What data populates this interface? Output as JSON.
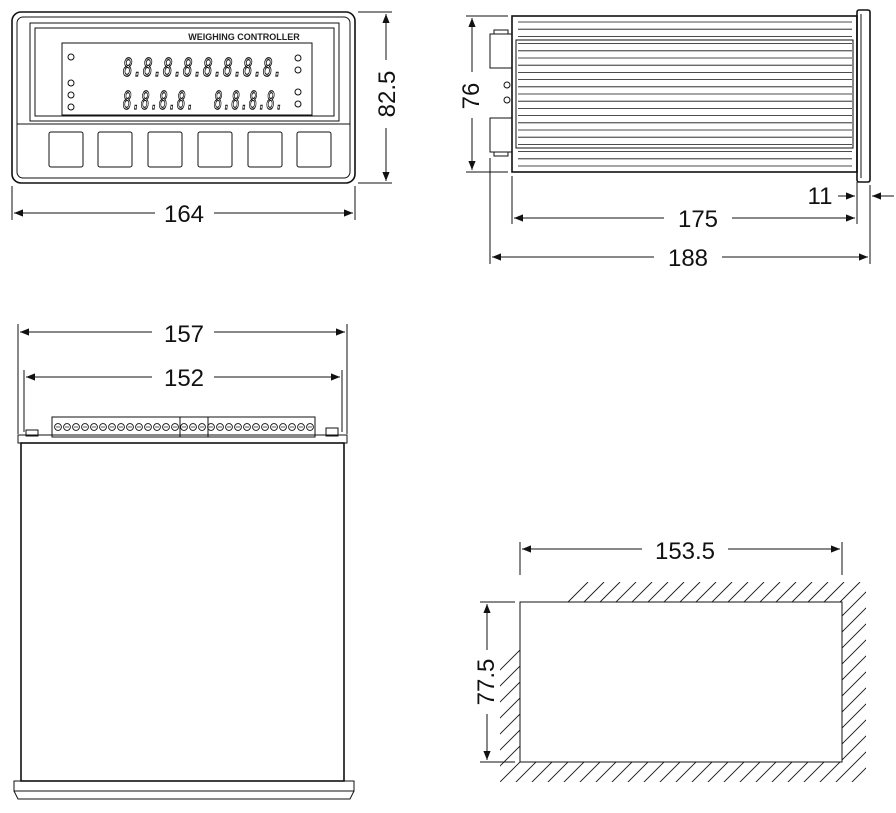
{
  "front_view": {
    "brand_label": "WEIGHING CONTROLLER",
    "display_row_1": "8.8.8.8.8.8.8.8.",
    "display_row_2_left": "8.8.8.8.",
    "display_row_2_right": "8.8.8.8.",
    "width_dim": "164",
    "height_dim": "82.5"
  },
  "side_view": {
    "height_dim": "76",
    "bezel_dim": "11",
    "body_depth_dim": "175",
    "total_depth_dim": "188"
  },
  "top_view": {
    "outer_width_dim": "157",
    "inner_width_dim": "152"
  },
  "cutout_view": {
    "width_dim": "153.5",
    "height_dim": "77.5"
  }
}
